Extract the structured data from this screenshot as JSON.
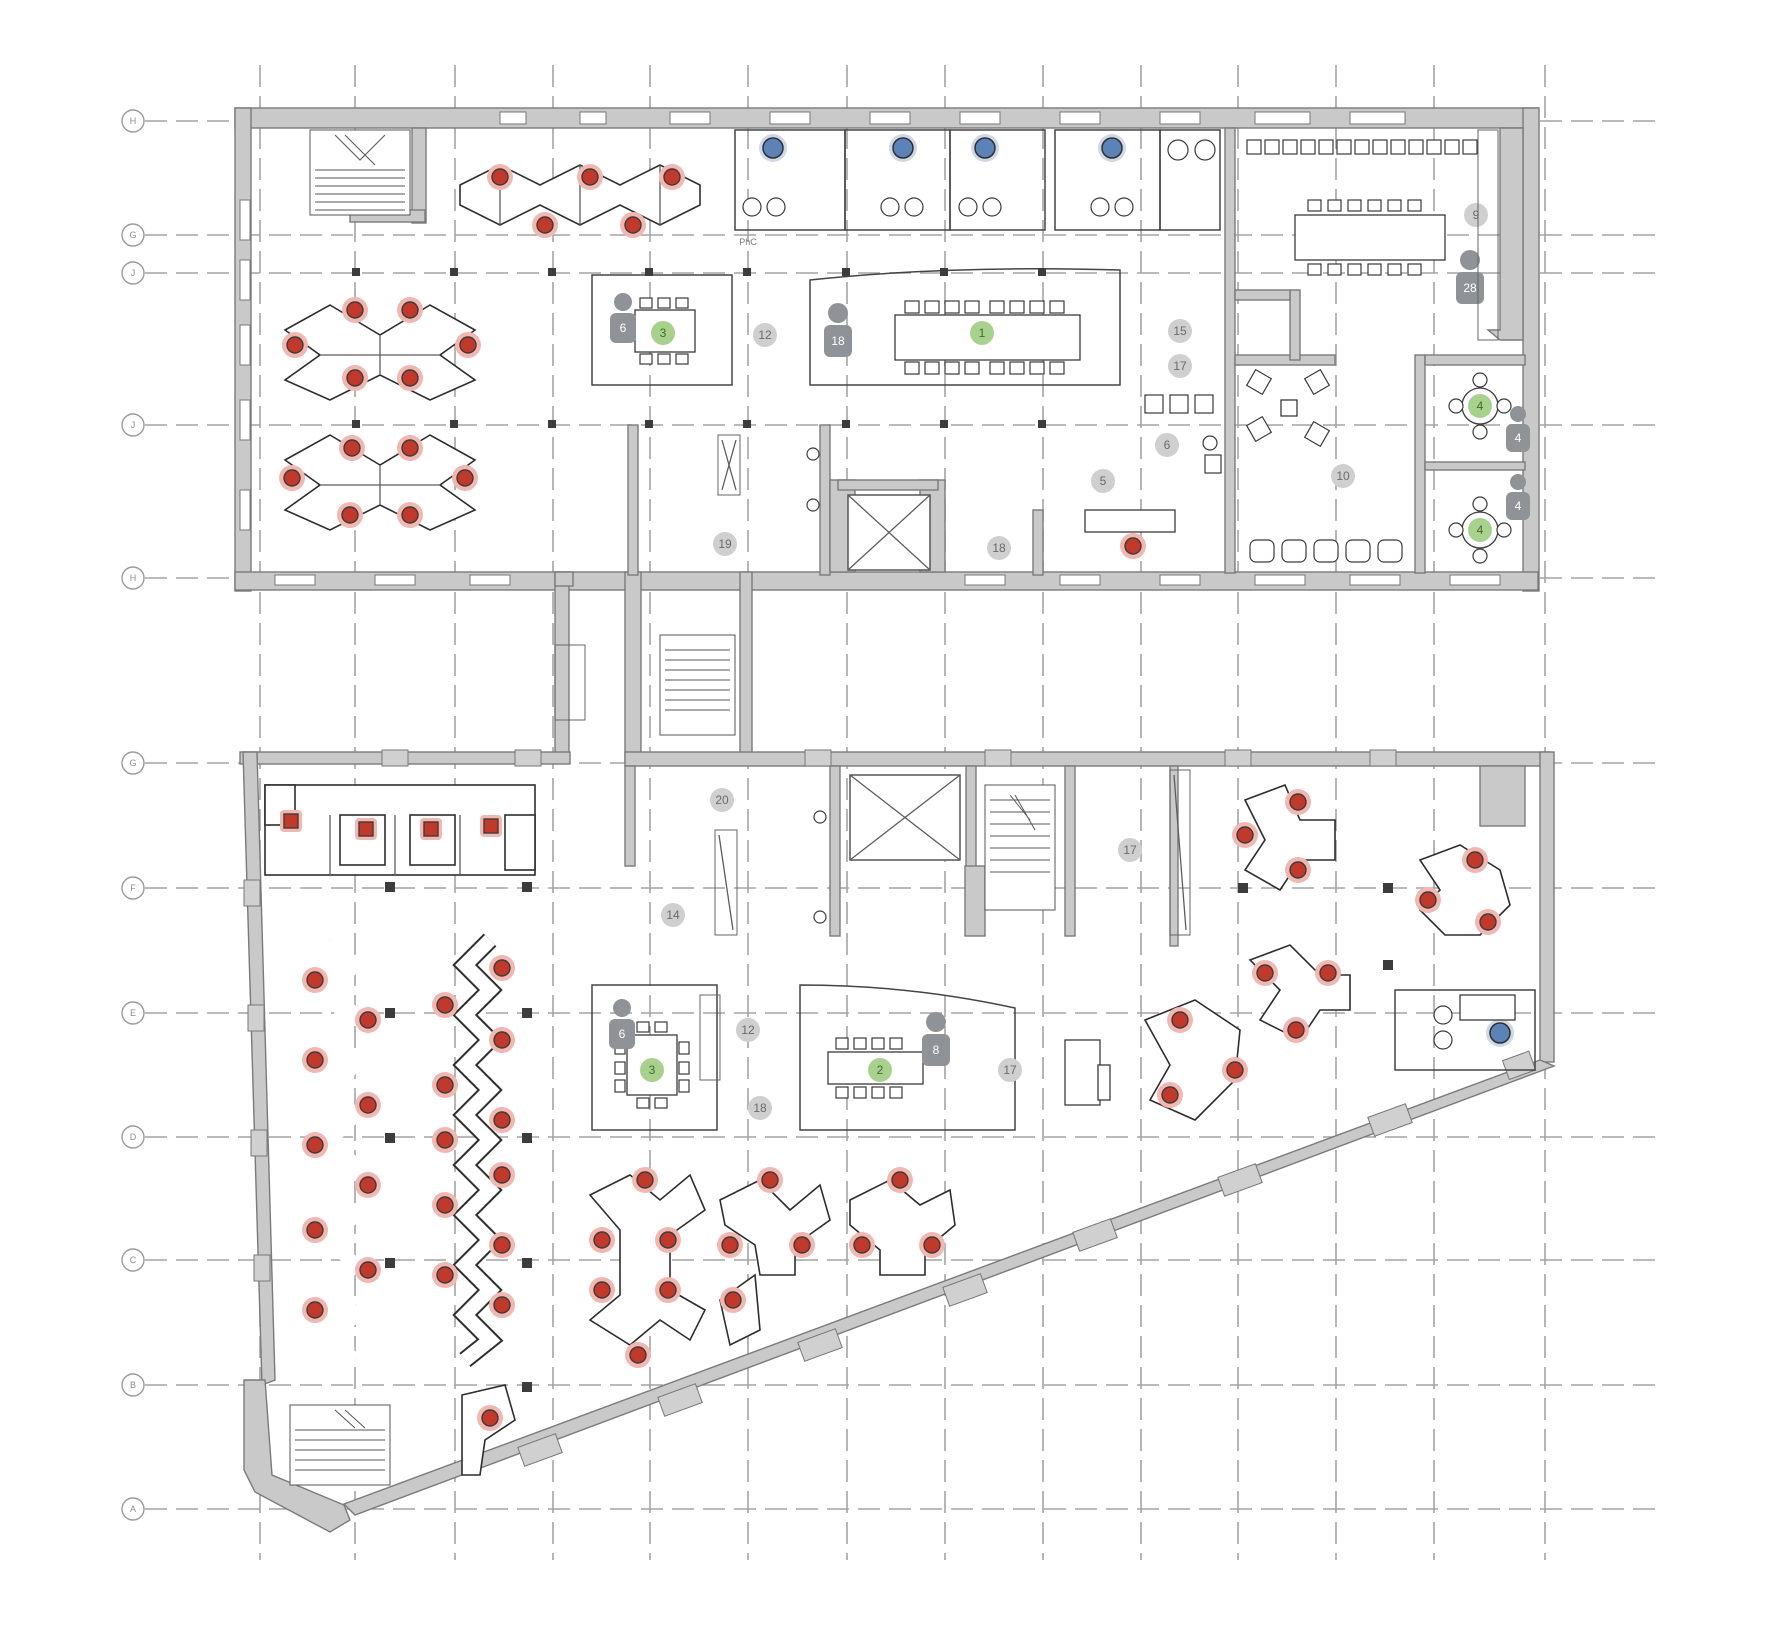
{
  "grid": {
    "row_labels": [
      "H",
      "G",
      "J",
      "H",
      "G",
      "F",
      "E",
      "D",
      "C",
      "B",
      "A"
    ]
  },
  "rooms": [
    {
      "id": "r9",
      "number": "9"
    },
    {
      "id": "r15",
      "number": "15"
    },
    {
      "id": "r17a",
      "number": "17"
    },
    {
      "id": "r12a",
      "number": "12"
    },
    {
      "id": "r5",
      "number": "5"
    },
    {
      "id": "r6b",
      "number": "6"
    },
    {
      "id": "r10",
      "number": "10"
    },
    {
      "id": "r19",
      "number": "19"
    },
    {
      "id": "r18a",
      "number": "18"
    },
    {
      "id": "r20",
      "number": "20"
    },
    {
      "id": "r14",
      "number": "14"
    },
    {
      "id": "r17b",
      "number": "17"
    },
    {
      "id": "r12b",
      "number": "12"
    },
    {
      "id": "r18b",
      "number": "18"
    },
    {
      "id": "r17c",
      "number": "17"
    }
  ],
  "meeting_rooms": [
    {
      "id": "m1",
      "number": "1"
    },
    {
      "id": "m3a",
      "number": "3"
    },
    {
      "id": "m4a",
      "number": "4"
    },
    {
      "id": "m4b",
      "number": "4"
    },
    {
      "id": "m3b",
      "number": "3"
    },
    {
      "id": "m2",
      "number": "2"
    }
  ],
  "capacity_markers": [
    {
      "id": "p6a",
      "number": "6"
    },
    {
      "id": "p18",
      "number": "18"
    },
    {
      "id": "p28",
      "number": "28"
    },
    {
      "id": "p4a",
      "number": "4"
    },
    {
      "id": "p4b",
      "number": "4"
    },
    {
      "id": "p6b",
      "number": "6"
    },
    {
      "id": "p8",
      "number": "8"
    }
  ],
  "labels": {
    "wc": "PhC"
  },
  "legend_colors": {
    "workstation": "#c0392b",
    "private_office": "#5b83b8",
    "meeting_room": "#a9d18e",
    "support_room": "#cfcfcf",
    "capacity_marker": "#8f9296"
  }
}
